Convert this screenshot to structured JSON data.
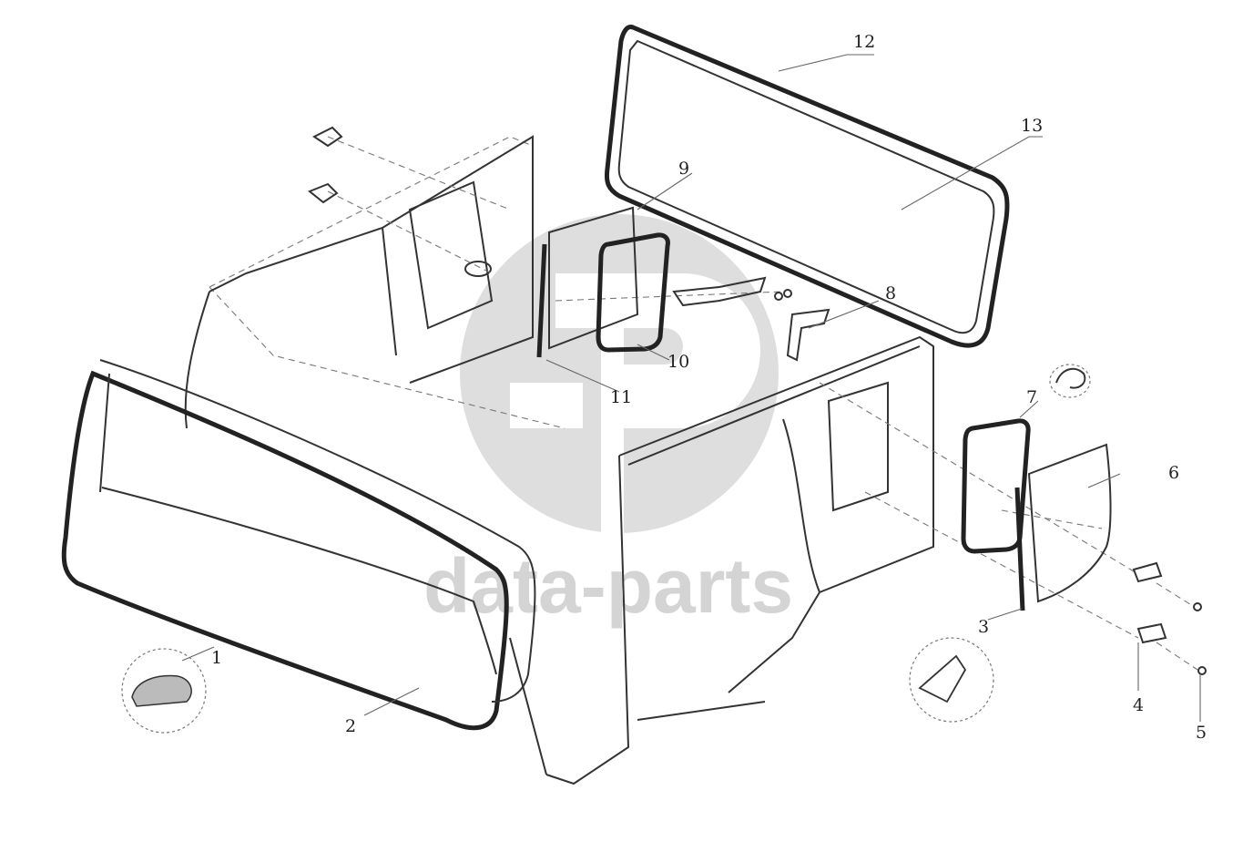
{
  "watermark": {
    "brand_text": "data-parts",
    "logo_color": "#d9d9d9"
  },
  "callouts": [
    {
      "id": "1",
      "label": "1"
    },
    {
      "id": "2",
      "label": "2"
    },
    {
      "id": "3",
      "label": "3"
    },
    {
      "id": "4",
      "label": "4"
    },
    {
      "id": "5",
      "label": "5"
    },
    {
      "id": "6",
      "label": "6"
    },
    {
      "id": "7",
      "label": "7"
    },
    {
      "id": "8",
      "label": "8"
    },
    {
      "id": "9",
      "label": "9"
    },
    {
      "id": "10",
      "label": "10"
    },
    {
      "id": "11",
      "label": "11"
    },
    {
      "id": "12",
      "label": "12"
    },
    {
      "id": "13",
      "label": "13"
    }
  ]
}
